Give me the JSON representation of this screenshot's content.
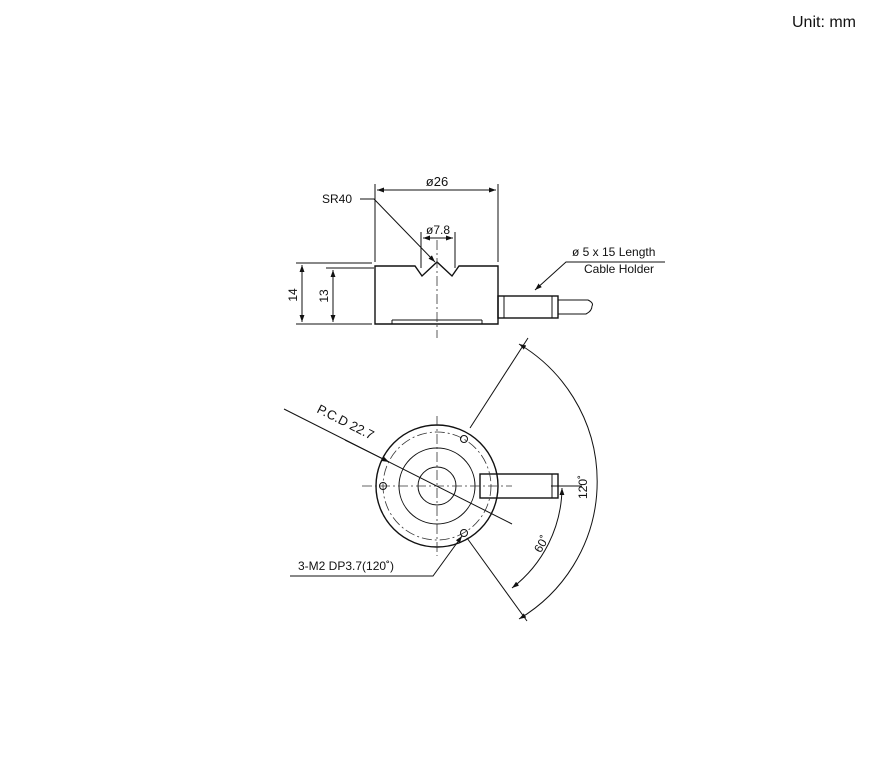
{
  "unit_label": "Unit: mm",
  "side_view": {
    "outer_diameter": "ø26",
    "sphere_radius": "SR40",
    "center_diameter": "ø7.8",
    "total_height": "14",
    "body_height": "13",
    "cable_holder_size": "ø 5 x 15 Length",
    "cable_holder_label": "Cable Holder"
  },
  "top_view": {
    "pcd": "P.C.D 22.7",
    "mount_holes": "3-M2 DP3.7(120˚)",
    "angle_outer": "120˚",
    "angle_inner": "60˚"
  }
}
